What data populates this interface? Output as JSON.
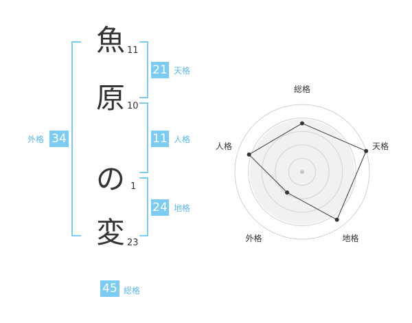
{
  "name": {
    "chars": [
      "魚",
      "原",
      "の",
      "変"
    ],
    "strokes": [
      "11",
      "10",
      "1",
      "23"
    ]
  },
  "scores": {
    "tenkaku": {
      "label": "天格",
      "value": "21"
    },
    "jinkaku": {
      "label": "人格",
      "value": "11"
    },
    "chikaku": {
      "label": "地格",
      "value": "24"
    },
    "gaikaku": {
      "label": "外格",
      "value": "34"
    },
    "soukaku": {
      "label": "総格",
      "value": "45"
    }
  },
  "colors": {
    "accent": "#7ccbf3",
    "accent_text": "#5bb8ea",
    "radar_fill": "#f1f1f1",
    "radar_line": "#333333"
  },
  "chart_data": {
    "type": "radar",
    "axes": [
      "総格",
      "天格",
      "地格",
      "外格",
      "人格"
    ],
    "values": [
      0.72,
      1.0,
      0.88,
      0.38,
      0.83
    ],
    "rings": 4,
    "max": 1.0
  }
}
